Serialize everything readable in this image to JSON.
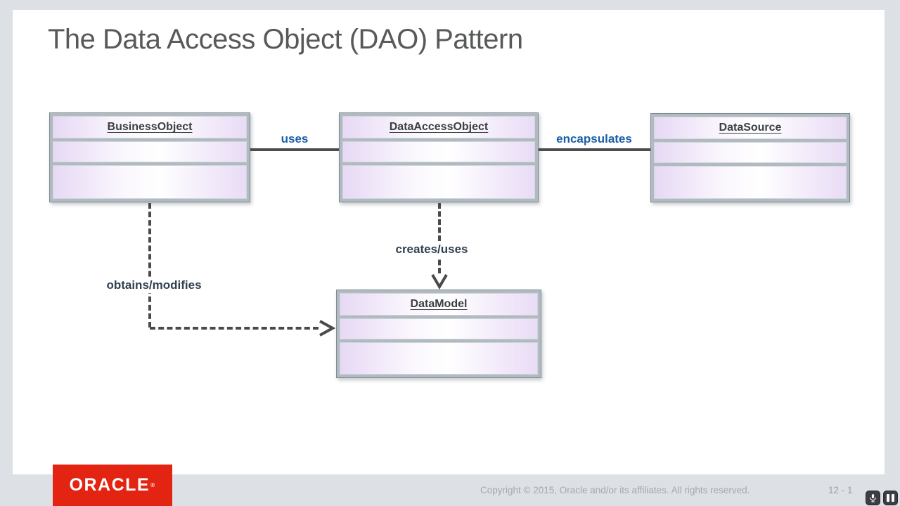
{
  "slide": {
    "title": "The Data Access Object (DAO) Pattern",
    "footer": {
      "copyright": "Copyright © 2015, Oracle and/or its affiliates. All rights reserved.",
      "page_number": "12 - 1",
      "logo_text": "ORACLE",
      "logo_registered_mark": "®"
    }
  },
  "diagram": {
    "classes": [
      {
        "name": "BusinessObject"
      },
      {
        "name": "DataAccessObject"
      },
      {
        "name": "DataSource"
      },
      {
        "name": "DataModel"
      }
    ],
    "relationships": [
      {
        "from": "BusinessObject",
        "to": "DataAccessObject",
        "label": "uses",
        "line": "solid"
      },
      {
        "from": "DataAccessObject",
        "to": "DataSource",
        "label": "encapsulates",
        "line": "solid"
      },
      {
        "from": "DataAccessObject",
        "to": "DataModel",
        "label": "creates/uses",
        "line": "dashed-arrow"
      },
      {
        "from": "BusinessObject",
        "to": "DataModel",
        "label": "obtains/modifies",
        "line": "dashed-arrow"
      }
    ]
  },
  "player": {
    "mic_icon": "microphone",
    "pause_icon": "pause"
  },
  "colors": {
    "relationship_label_blue": "#1b5ea6",
    "relationship_label_dark": "#33414d",
    "oracle_red": "#e32412",
    "box_fill_lavender": "#e9dcf6",
    "frame_gray": "#dde1e5"
  }
}
